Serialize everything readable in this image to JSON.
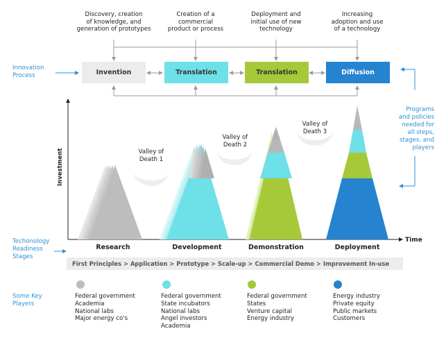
{
  "process_descriptions": [
    "Discovery, creation\nof knowledge, and\ngeneration of prototypes",
    "Creation of a\ncommercial\nproduct or process",
    "Deployment and\ninitial use of new\ntechnology",
    "Increasing\nadoption and use\nof a technology"
  ],
  "innovation_process_label": "Innovation\nProcess",
  "process_boxes": [
    {
      "label": "Invention",
      "color": "#ececec",
      "text_color": "#333333"
    },
    {
      "label": "Translation",
      "color": "#6ee0e8",
      "text_color": "#333333"
    },
    {
      "label": "Translation",
      "color": "#a6c93a",
      "text_color": "#333333"
    },
    {
      "label": "Diffusion",
      "color": "#2583d0",
      "text_color": "#ffffff"
    }
  ],
  "programs_label": "Programs\nand policies\nneeded for\nall steps,\nstages, and\nplayers",
  "axes": {
    "y_label": "Investment",
    "x_label": "Time"
  },
  "valleys": [
    "Valley of\nDeath 1",
    "Valley of\nDeath 2",
    "Valley of\nDeath 3"
  ],
  "readiness_label": "Techonology\nReadiness\nStages",
  "stages": [
    "Research",
    "Development",
    "Demonstration",
    "Deployment"
  ],
  "progression_bar": "First Principles > Application > Prototype > Scale-up > Commercial Demo > Improvement In-use",
  "players_label": "Some Key\nPlayers",
  "players": [
    {
      "color": "#bdbdbd",
      "items": [
        "Federal government",
        "Academia",
        "National labs",
        "Major energy co's"
      ]
    },
    {
      "color": "#6ee0e8",
      "items": [
        "Federal government",
        "State incubators",
        "National labs",
        "Angel investors",
        "Academia"
      ]
    },
    {
      "color": "#a6c93a",
      "items": [
        "Federal government",
        "States",
        "Venture capital",
        "Energy industry"
      ]
    },
    {
      "color": "#2583d0",
      "items": [
        "Energy industry",
        "Private equity",
        "Public markets",
        "Customers"
      ]
    }
  ],
  "colors": {
    "gray": "#b8b8b8",
    "cyan": "#6ee0e8",
    "green": "#a6c93a",
    "blue": "#2583d0",
    "accent": "#2d8fd5"
  }
}
